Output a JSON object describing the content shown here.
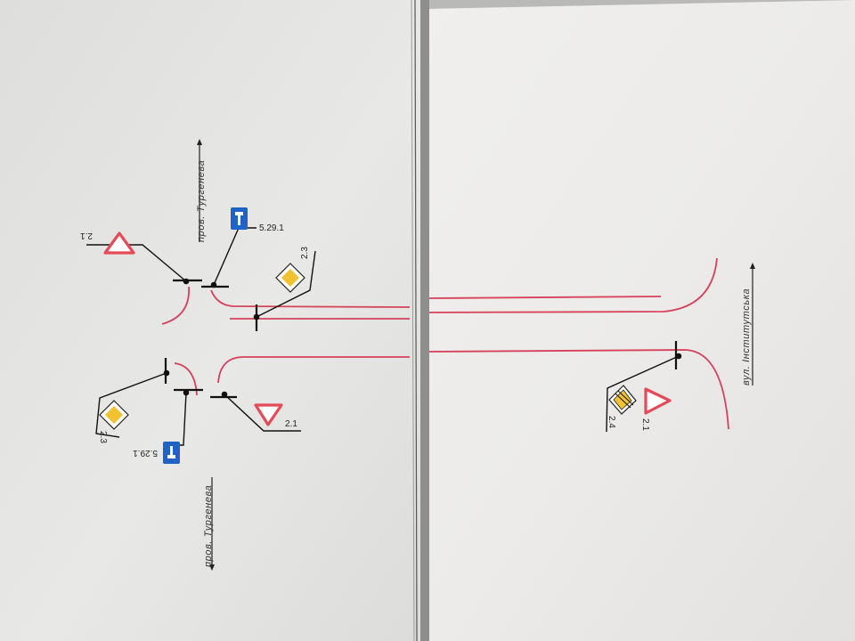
{
  "streets": {
    "turgeneva_top": "пров. Тургенева",
    "turgeneva_bottom": "пров. Тургенева",
    "instytutska": "вул. Інститутська"
  },
  "signs": {
    "yield_top_left": "2.1",
    "dead_end_top": "5.29.1",
    "main_road_top": "2.3",
    "main_road_bottom": "2.3",
    "dead_end_bottom": "5.29.1",
    "yield_bottom": "2.1",
    "yield_right": "2.1",
    "end_main_road_right": "2.4"
  },
  "colors": {
    "road_line": "#d6415c",
    "sign_red": "#e24b57",
    "sign_blue": "#1f62c8",
    "main_road_yellow": "#f2c230",
    "paper_left": "#e5e5e3",
    "paper_right": "#ecebe9"
  },
  "icons": {
    "yield": "triangle-yield-icon",
    "dead_end": "dead-end-icon",
    "main_road": "diamond-main-road-icon",
    "end_main_road": "crossed-diamond-icon"
  }
}
